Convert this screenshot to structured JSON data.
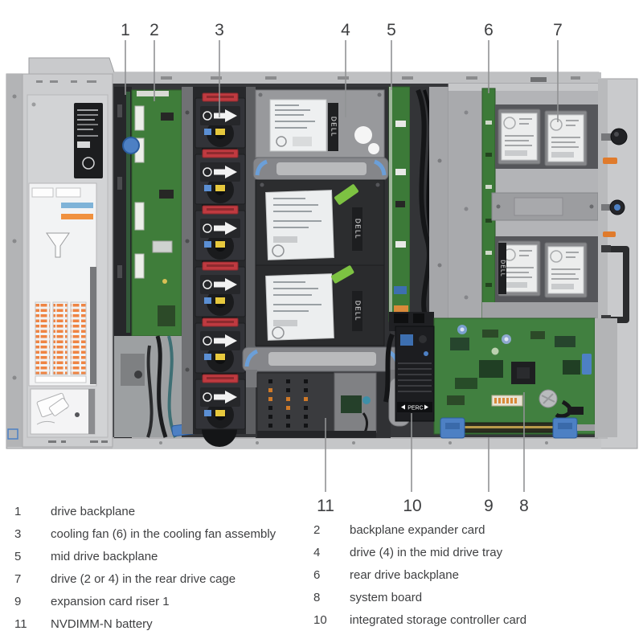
{
  "figure": {
    "description": "server chassis internal top view",
    "drive_brand": "DELL",
    "perc_label": "PERC",
    "callouts_top": [
      {
        "n": "1"
      },
      {
        "n": "2"
      },
      {
        "n": "3"
      },
      {
        "n": "4"
      },
      {
        "n": "5"
      },
      {
        "n": "6"
      },
      {
        "n": "7"
      }
    ],
    "callouts_bottom": [
      {
        "n": "11"
      },
      {
        "n": "10"
      },
      {
        "n": "9"
      },
      {
        "n": "8"
      }
    ]
  },
  "legend": {
    "left": [
      {
        "num": "1",
        "label": "drive backplane"
      },
      {
        "num": "3",
        "label": "cooling fan (6) in the cooling fan assembly"
      },
      {
        "num": "5",
        "label": "mid drive backplane"
      },
      {
        "num": "7",
        "label": "drive (2 or 4) in the rear drive cage"
      },
      {
        "num": "9",
        "label": "expansion card riser 1"
      },
      {
        "num": "11",
        "label": "NVDIMM-N battery"
      }
    ],
    "right": [
      {
        "num": "2",
        "label": "backplane expander card"
      },
      {
        "num": "4",
        "label": "drive (4) in the mid drive tray"
      },
      {
        "num": "6",
        "label": "rear drive backplane"
      },
      {
        "num": "8",
        "label": "system board"
      },
      {
        "num": "10",
        "label": "integrated storage controller card"
      }
    ]
  },
  "colors": {
    "chassis_gray": "#c9cacc",
    "interior_dark": "#36373a",
    "pcb_green": "#3f7d3a",
    "fan_latch_red": "#bf3a40",
    "accent_orange": "#e87b2c",
    "accent_blue": "#4d80c4",
    "callout_line": "#919294",
    "text": "#3e3f41"
  }
}
